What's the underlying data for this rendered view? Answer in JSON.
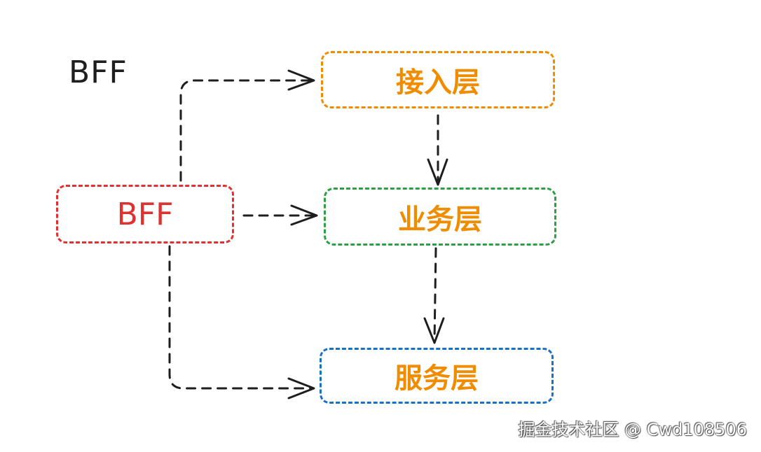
{
  "title": "BFF",
  "nodes": {
    "bff": {
      "label": "BFF",
      "border_color": "#e03131",
      "text_color": "#e03131"
    },
    "access_layer": {
      "label": "接入层",
      "border_color": "#f08c00",
      "text_color": "#f08c00"
    },
    "business_layer": {
      "label": "业务层",
      "border_color": "#2f9e44",
      "text_color": "#f08c00"
    },
    "service_layer": {
      "label": "服务层",
      "border_color": "#1971c2",
      "text_color": "#f08c00"
    }
  },
  "edges": [
    {
      "from": "bff",
      "to": "access_layer",
      "style": "dashed-arrow"
    },
    {
      "from": "bff",
      "to": "business_layer",
      "style": "dashed-arrow"
    },
    {
      "from": "bff",
      "to": "service_layer",
      "style": "dashed-arrow"
    },
    {
      "from": "access_layer",
      "to": "business_layer",
      "style": "dashed-arrow"
    },
    {
      "from": "business_layer",
      "to": "service_layer",
      "style": "dashed-arrow"
    }
  ],
  "watermark": "掘金技术社区 @ Cwd108506"
}
